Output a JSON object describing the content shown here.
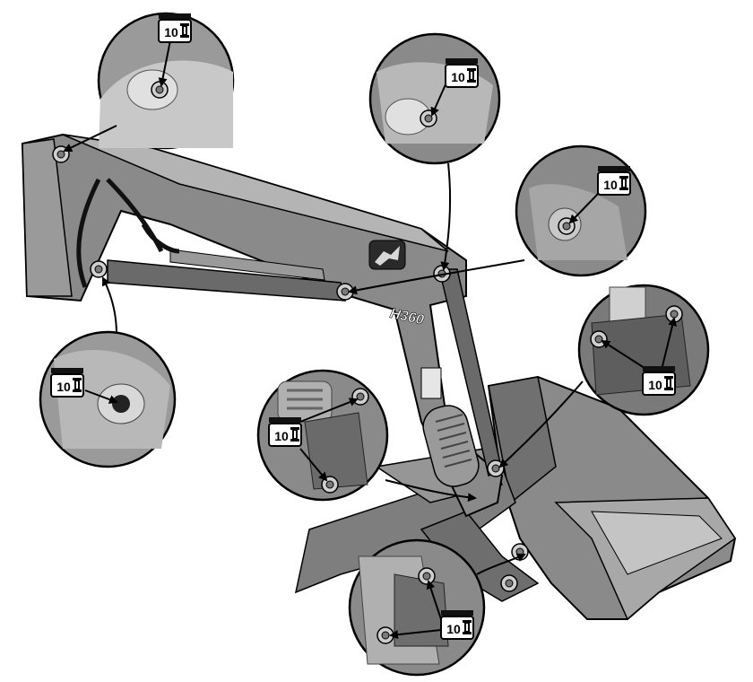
{
  "model_decal": "H360",
  "interval_badge": {
    "hours": "10",
    "icon": "grease-gun-icon"
  },
  "brand": {
    "logo": "leaping-deer-logo"
  },
  "colors": {
    "frame": "#8a8a8a",
    "frame_dark": "#5a5a5a",
    "frame_light": "#b4b4b4",
    "outline": "#000000",
    "badge_bar": "#111111",
    "background": "#ffffff"
  },
  "callouts": [
    {
      "id": "boom-pivot-pin",
      "points": 1
    },
    {
      "id": "boom-cylinder-rod-pin",
      "points": 1
    },
    {
      "id": "boom-cylinder-base-pin",
      "points": 1
    },
    {
      "id": "bucket-cylinder-base-pin",
      "points": 1
    },
    {
      "id": "bucket-cylinder-rod-pins",
      "points": 2
    },
    {
      "id": "upper-link-pins",
      "points": 2
    },
    {
      "id": "bucket-pivot-pins",
      "points": 2
    }
  ]
}
